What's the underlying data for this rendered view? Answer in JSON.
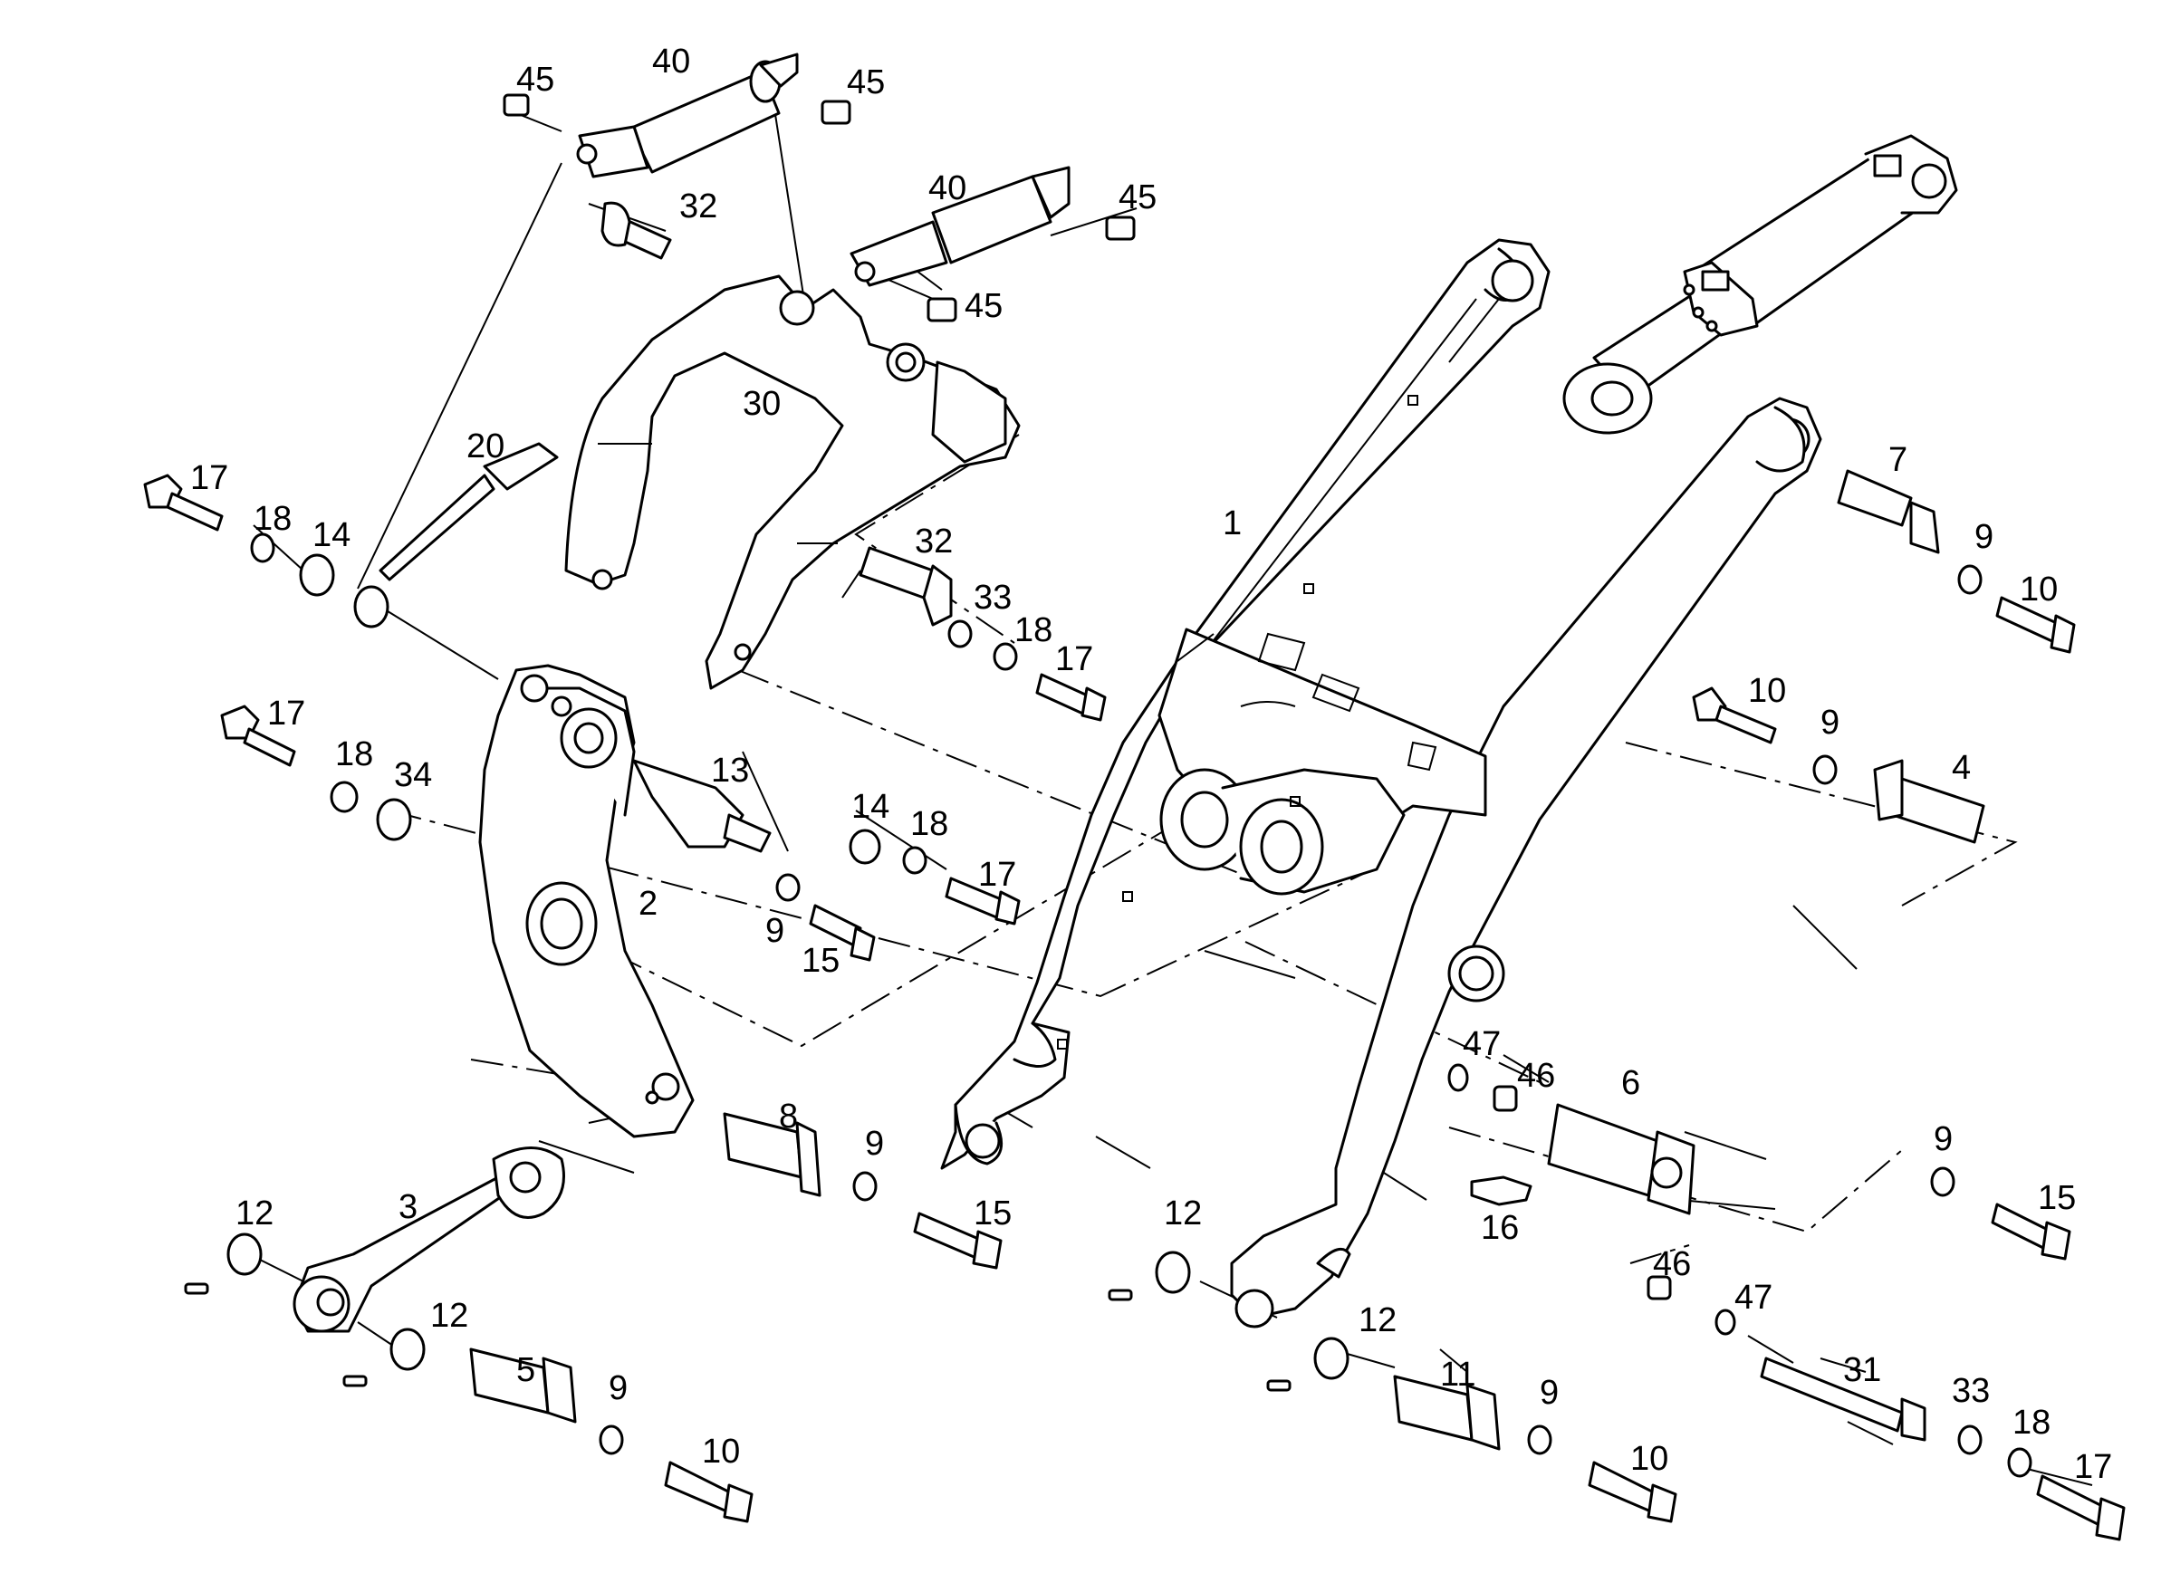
{
  "labels": [
    {
      "id": "c1",
      "text": "45"
    },
    {
      "id": "c2",
      "text": "40"
    },
    {
      "id": "c3",
      "text": "45"
    },
    {
      "id": "c4",
      "text": "32"
    },
    {
      "id": "c5",
      "text": "40"
    },
    {
      "id": "c6",
      "text": "45"
    },
    {
      "id": "c7",
      "text": "45"
    },
    {
      "id": "c8",
      "text": "30"
    },
    {
      "id": "c9",
      "text": "20"
    },
    {
      "id": "c10",
      "text": "17"
    },
    {
      "id": "c11",
      "text": "18"
    },
    {
      "id": "c12",
      "text": "14"
    },
    {
      "id": "c13",
      "text": "7"
    },
    {
      "id": "c14",
      "text": "9"
    },
    {
      "id": "c15",
      "text": "10"
    },
    {
      "id": "c16",
      "text": "1"
    },
    {
      "id": "c17",
      "text": "32"
    },
    {
      "id": "c18",
      "text": "33"
    },
    {
      "id": "c19",
      "text": "18"
    },
    {
      "id": "c20",
      "text": "17"
    },
    {
      "id": "c21",
      "text": "10"
    },
    {
      "id": "c22",
      "text": "9"
    },
    {
      "id": "c23",
      "text": "4"
    },
    {
      "id": "c24",
      "text": "17"
    },
    {
      "id": "c25",
      "text": "18"
    },
    {
      "id": "c26",
      "text": "34"
    },
    {
      "id": "c27",
      "text": "13"
    },
    {
      "id": "c28",
      "text": "14"
    },
    {
      "id": "c29",
      "text": "18"
    },
    {
      "id": "c30",
      "text": "17"
    },
    {
      "id": "c31",
      "text": "2"
    },
    {
      "id": "c32",
      "text": "9"
    },
    {
      "id": "c33",
      "text": "15"
    },
    {
      "id": "c34",
      "text": "47"
    },
    {
      "id": "c35",
      "text": "46"
    },
    {
      "id": "c36",
      "text": "6"
    },
    {
      "id": "c37",
      "text": "8"
    },
    {
      "id": "c38",
      "text": "9"
    },
    {
      "id": "c39",
      "text": "15"
    },
    {
      "id": "c40",
      "text": "16"
    },
    {
      "id": "c41",
      "text": "9"
    },
    {
      "id": "c42",
      "text": "15"
    },
    {
      "id": "c43",
      "text": "12"
    },
    {
      "id": "c44",
      "text": "3"
    },
    {
      "id": "c45",
      "text": "12"
    },
    {
      "id": "c46",
      "text": "5"
    },
    {
      "id": "c47",
      "text": "9"
    },
    {
      "id": "c48",
      "text": "10"
    },
    {
      "id": "c49",
      "text": "12"
    },
    {
      "id": "c50",
      "text": "12"
    },
    {
      "id": "c51",
      "text": "11"
    },
    {
      "id": "c52",
      "text": "9"
    },
    {
      "id": "c53",
      "text": "10"
    },
    {
      "id": "c54",
      "text": "46"
    },
    {
      "id": "c55",
      "text": "47"
    },
    {
      "id": "c56",
      "text": "31"
    },
    {
      "id": "c57",
      "text": "33"
    },
    {
      "id": "c58",
      "text": "18"
    },
    {
      "id": "c59",
      "text": "17"
    }
  ]
}
